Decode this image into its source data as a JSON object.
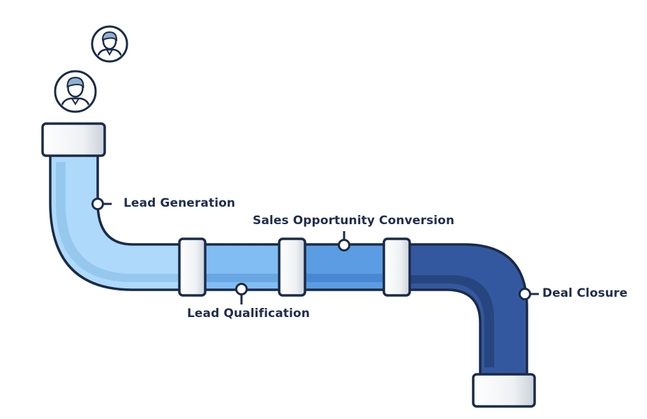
{
  "stages": {
    "lead_generation": "Lead Generation",
    "lead_qualification": "Lead Qualification",
    "sales_opportunity_conversion": "Sales Opportunity Conversion",
    "deal_closure": "Deal Closure"
  },
  "colors": {
    "outline": "#1a2b49",
    "stage1": "#aed9fa",
    "stage2": "#81bdf3",
    "stage3": "#5b9ce3",
    "stage4": "#34589f",
    "coupling": "#f3f5f7"
  },
  "icons": [
    "user-avatar-icon",
    "user-avatar-icon"
  ]
}
